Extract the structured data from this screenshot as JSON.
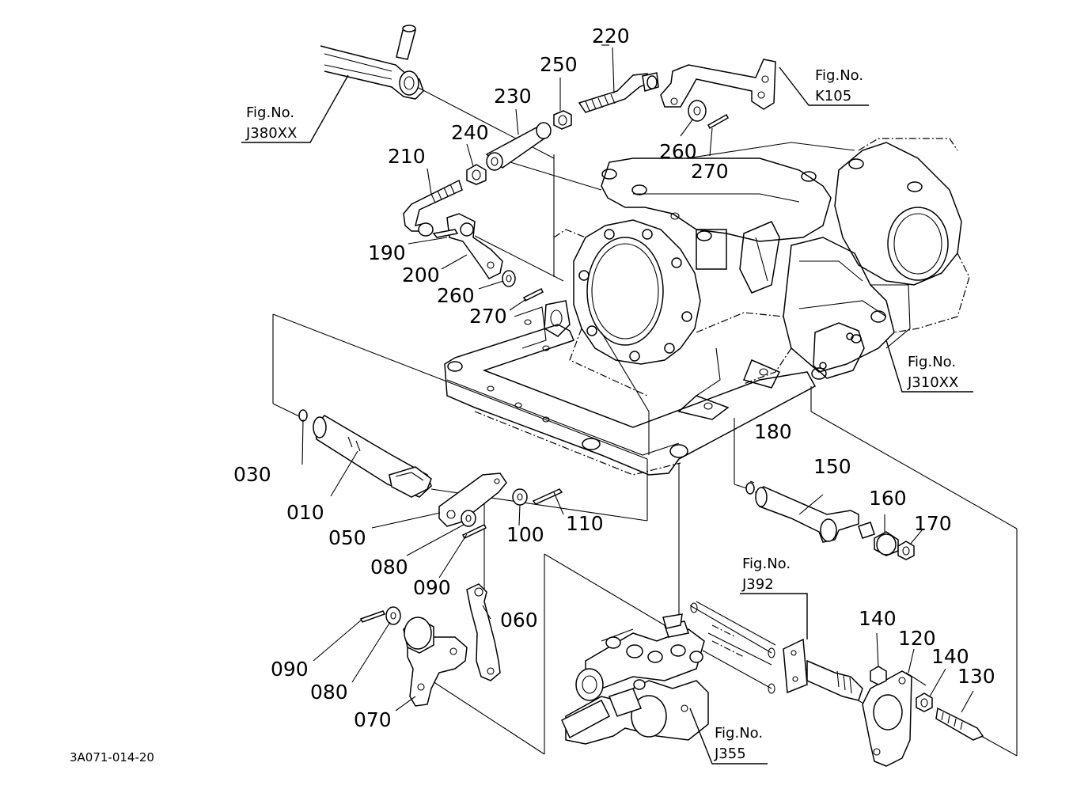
{
  "drawing_code": "3A071-014-20",
  "parts": {
    "p010": "010",
    "p030": "030",
    "p050": "050",
    "p060": "060",
    "p070": "070",
    "p080a": "080",
    "p080b": "080",
    "p090a": "090",
    "p090b": "090",
    "p100": "100",
    "p110": "110",
    "p120": "120",
    "p130": "130",
    "p140a": "140",
    "p140b": "140",
    "p150": "150",
    "p160": "160",
    "p170": "170",
    "p180": "180",
    "p190": "190",
    "p200": "200",
    "p210": "210",
    "p220": "220",
    "p230": "230",
    "p240": "240",
    "p250": "250",
    "p260a": "260",
    "p260b": "260",
    "p270a": "270",
    "p270b": "270"
  },
  "figure_refs": {
    "k105": {
      "label": "Fig.No.",
      "code": "K105"
    },
    "j380": {
      "label": "Fig.No.",
      "code": "J380XX"
    },
    "j310": {
      "label": "Fig.No.",
      "code": "J310XX"
    },
    "j392": {
      "label": "Fig.No.",
      "code": "J392"
    },
    "j355": {
      "label": "Fig.No.",
      "code": "J355"
    }
  }
}
